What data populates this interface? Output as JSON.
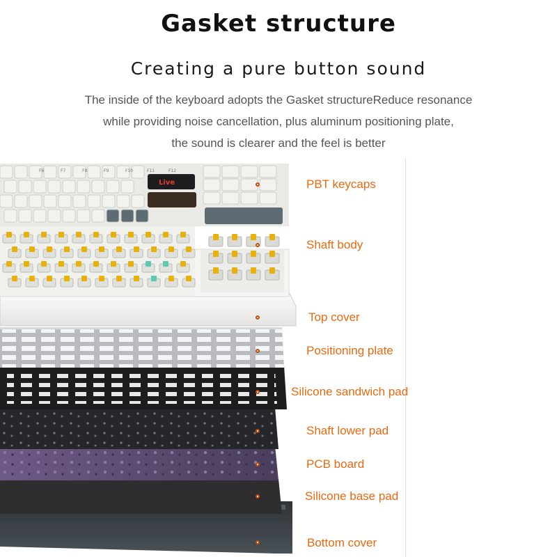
{
  "header": {
    "title": "Gasket structure",
    "subtitle": "Creating a pure button sound",
    "description_lines": [
      "The inside of the keyboard adopts the Gasket structureReduce resonance",
      "while providing noise cancellation, plus aluminum positioning plate,",
      "the sound is clearer and the feel is better"
    ]
  },
  "layers": [
    {
      "label": "PBT keycaps"
    },
    {
      "label": "Shaft body"
    },
    {
      "label": "Top cover"
    },
    {
      "label": "Positioning plate"
    },
    {
      "label": "Silicone sandwich pad"
    },
    {
      "label": "Shaft lower pad"
    },
    {
      "label": "PCB board"
    },
    {
      "label": "Silicone base pad"
    },
    {
      "label": "Bottom cover"
    }
  ],
  "keycap_legends": [
    "F6",
    "F7",
    "F8",
    "F9",
    "F10",
    "F11",
    "F12"
  ],
  "colors": {
    "accent_orange": "#e8690f",
    "switch_yellow": "#e8b10a",
    "switch_teal": "#5cc9b0",
    "pcb_purple": "#5a4a6e",
    "keycap_white": "#f2f2ef",
    "keycap_slate": "#5d6b73"
  }
}
